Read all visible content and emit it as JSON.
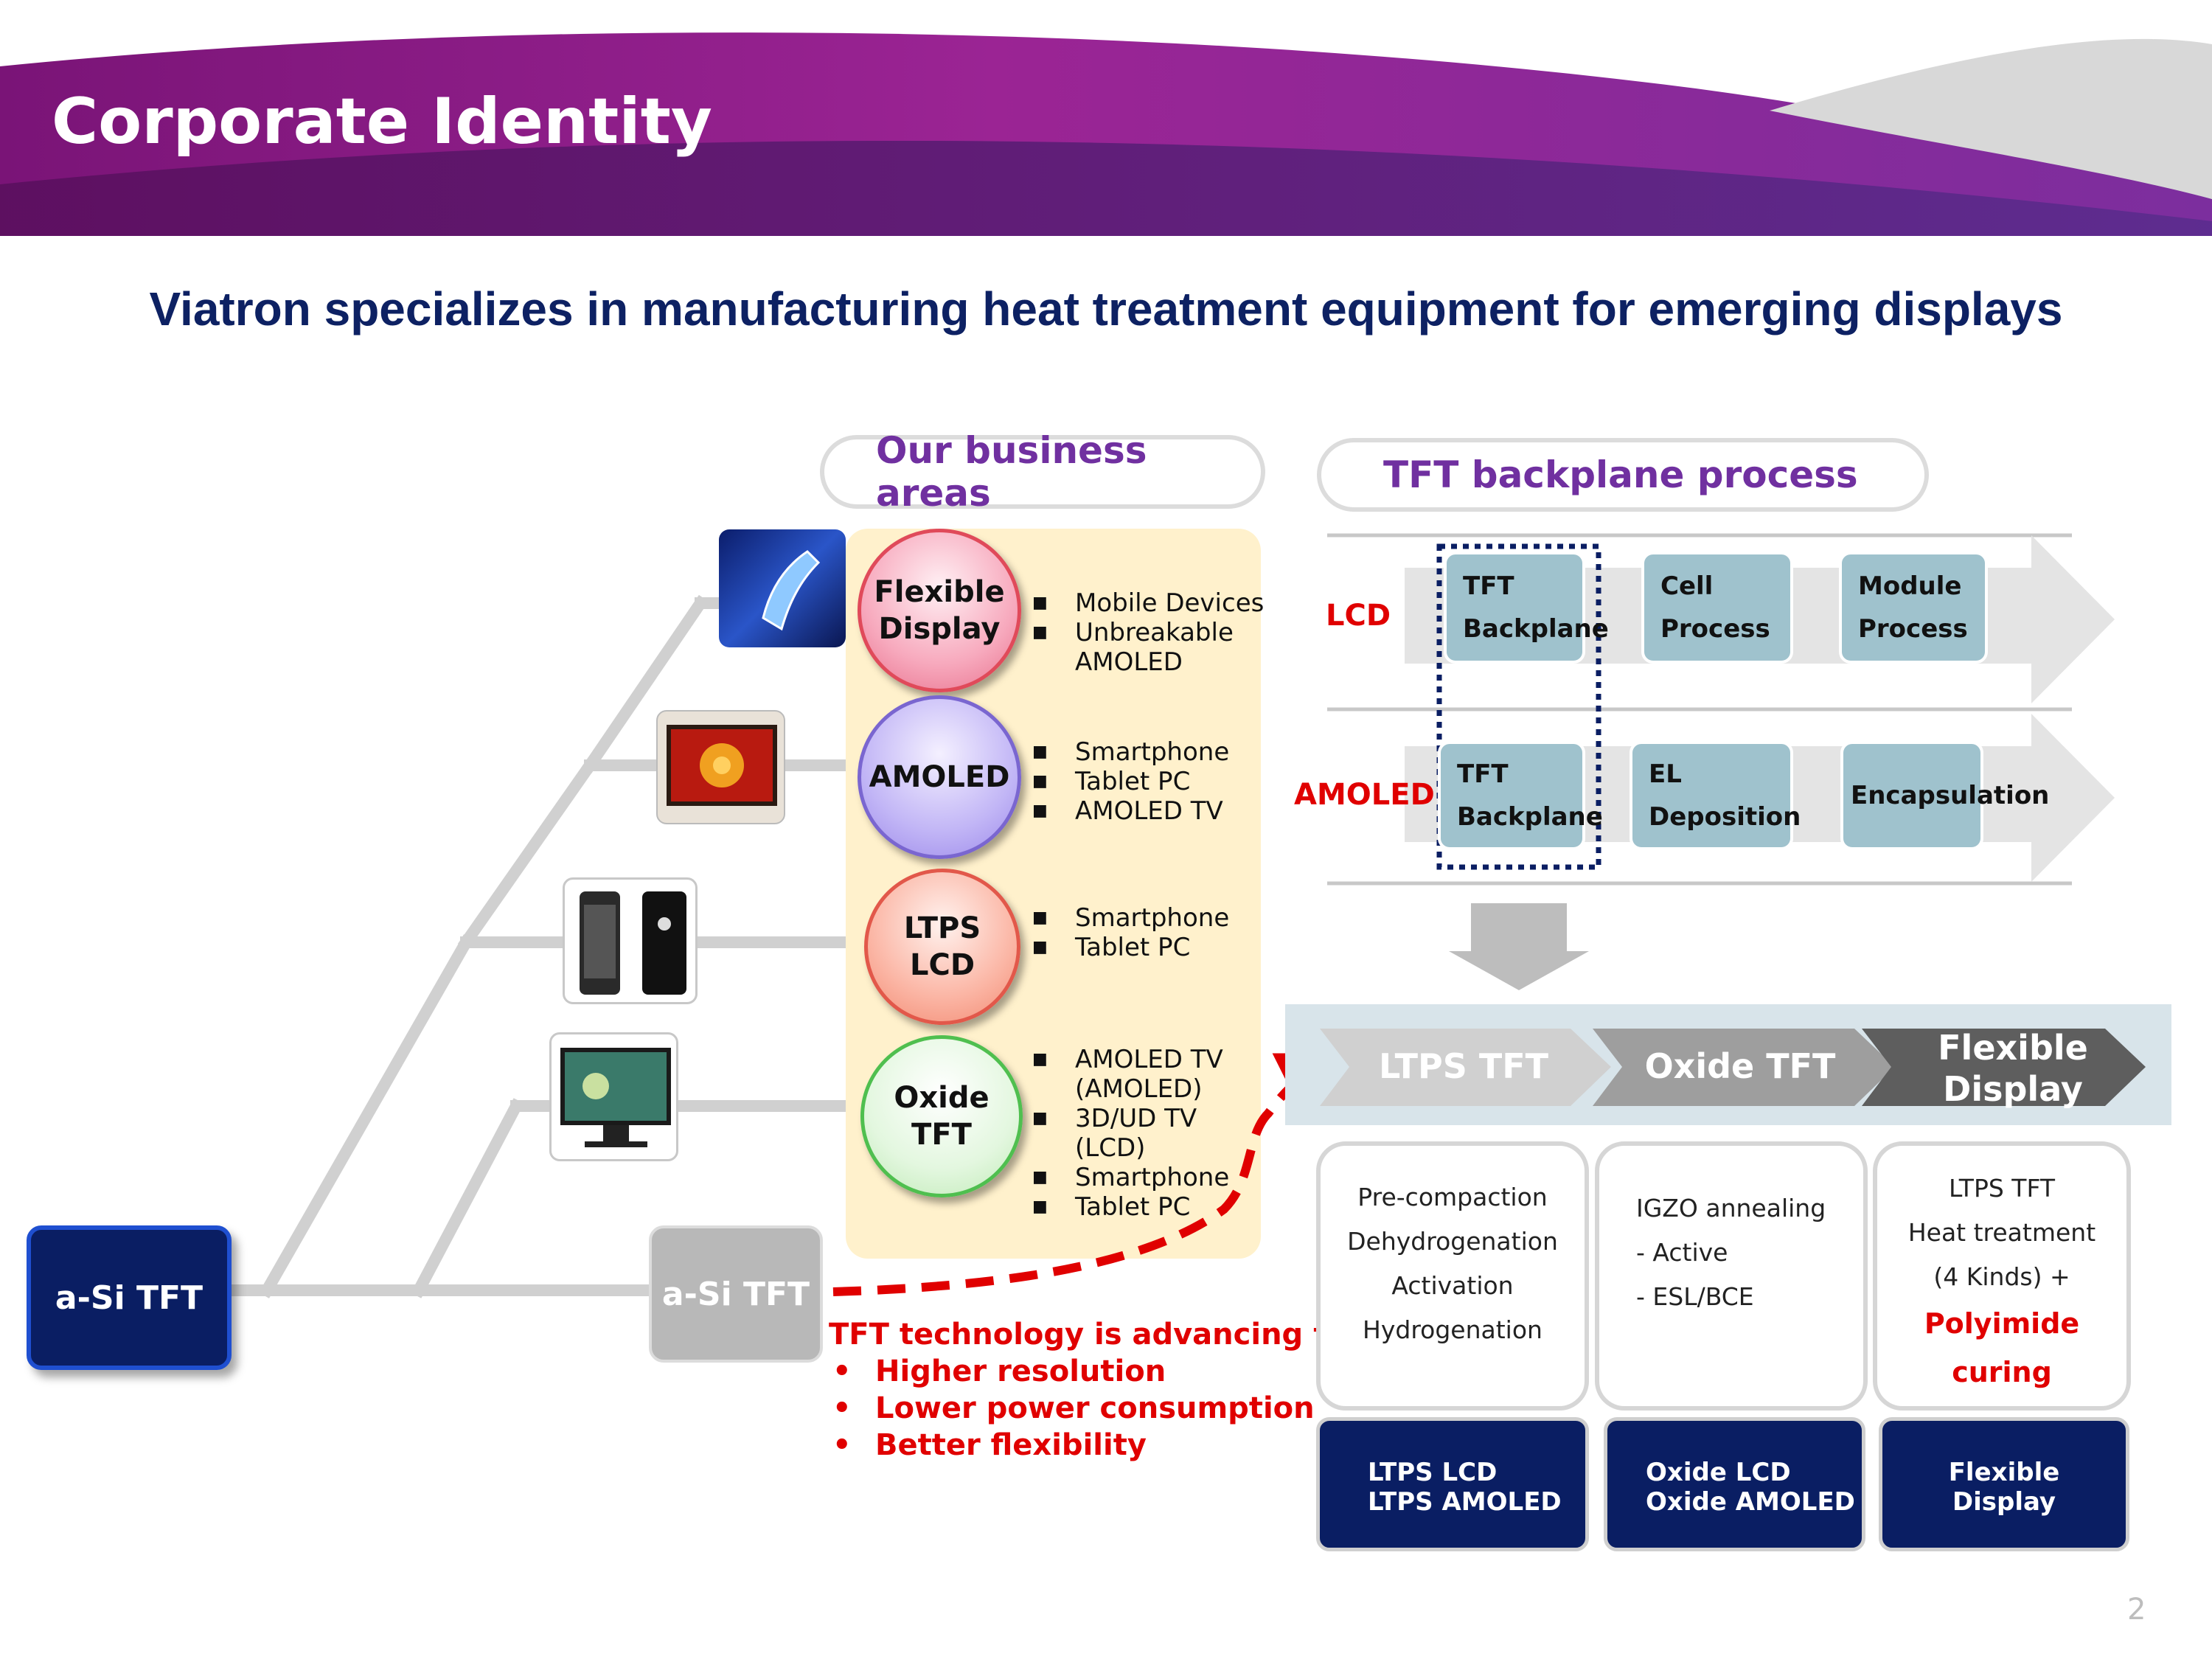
{
  "header": {
    "title": "Corporate Identity"
  },
  "subtitle": "Viatron specializes in manufacturing heat treatment equipment for emerging displays",
  "business": {
    "heading": "Our business areas",
    "root_label": "a-Si TFT",
    "branch_label": "a-Si TFT",
    "areas": [
      {
        "name_lines": [
          "Flexible",
          "Display"
        ],
        "bullets": [
          "Mobile Devices",
          "Unbreakable"
        ],
        "extra": [
          "AMOLED"
        ]
      },
      {
        "name_lines": [
          "AMOLED"
        ],
        "bullets": [
          "Smartphone",
          "Tablet PC",
          "AMOLED TV"
        ]
      },
      {
        "name_lines": [
          "LTPS LCD"
        ],
        "bullets": [
          "Smartphone",
          "Tablet PC"
        ]
      },
      {
        "name_lines": [
          "Oxide TFT"
        ],
        "bullets": [
          "AMOLED TV",
          "(AMOLED)",
          "3D/UD TV",
          "(LCD)",
          "Smartphone",
          "Tablet PC"
        ]
      }
    ],
    "advancing": {
      "heading": "TFT technology is advancing for",
      "items": [
        "Higher resolution",
        "Lower power consumption",
        "Better flexibility"
      ]
    }
  },
  "process": {
    "heading": "TFT backplane process",
    "lcd": {
      "label": "LCD",
      "steps": [
        [
          "TFT",
          "Backplane"
        ],
        [
          "Cell",
          "Process"
        ],
        [
          "Module",
          "Process"
        ]
      ]
    },
    "amoled": {
      "label": "AMOLED",
      "steps": [
        [
          "TFT",
          "Backplane"
        ],
        [
          "EL",
          "Deposition"
        ],
        [
          "Encapsulation"
        ]
      ]
    },
    "tech_chevrons": [
      "LTPS TFT",
      "Oxide TFT",
      "Flexible Display"
    ],
    "tech_chevron_lines": {
      "flexible": [
        "Flexible",
        "Display"
      ]
    },
    "details": [
      {
        "lines": [
          "Pre-compaction",
          "Dehydrogenation",
          "Activation",
          "Hydrogenation"
        ]
      },
      {
        "lines": [
          "IGZO annealing",
          "- Active",
          "- ESL/BCE"
        ]
      },
      {
        "lines": [
          "LTPS TFT",
          "Heat treatment",
          "(4 Kinds) +"
        ],
        "highlight": [
          "Polyimide",
          "curing"
        ]
      }
    ],
    "applications": [
      [
        "LTPS LCD",
        "LTPS AMOLED"
      ],
      [
        "Oxide LCD",
        "Oxide AMOLED"
      ],
      [
        "Flexible",
        "Display"
      ]
    ]
  },
  "page_number": "2",
  "colors": {
    "header_purple": "#8b1f8b",
    "navy": "#0a1e63",
    "red": "#e00000",
    "purple_text": "#7030a0",
    "process_blue": "#9fc2cd"
  }
}
